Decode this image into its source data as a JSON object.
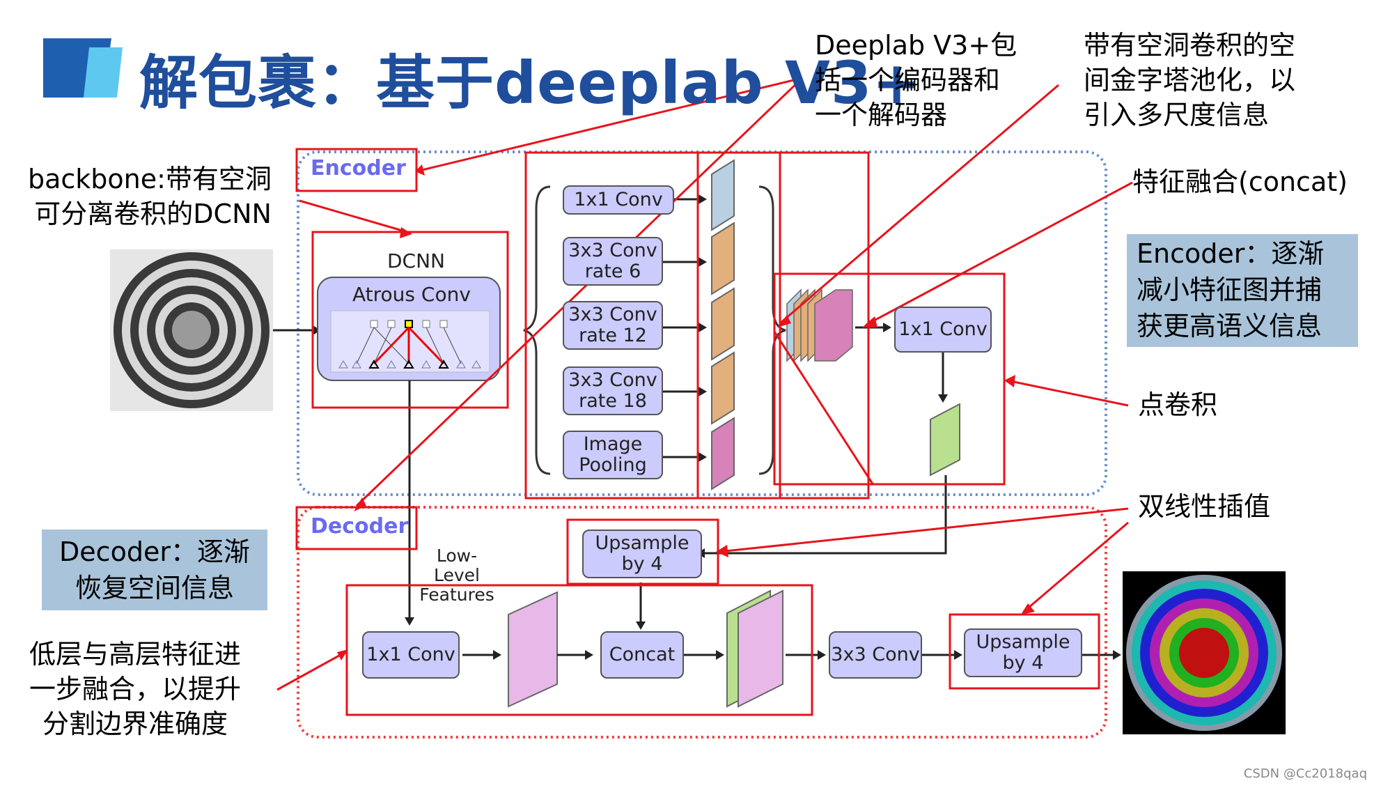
{
  "title": "解包裹：基于deeplab V3+",
  "annotations": {
    "deeplab_desc": [
      "Deeplab V3+包",
      "括一个编码器和",
      "一个解码器"
    ],
    "aspp_desc": [
      "带有空洞卷积的空",
      "间金字塔池化，以",
      "引入多尺度信息"
    ],
    "backbone_desc": [
      "backbone:带有空洞",
      "可分离卷积的DCNN"
    ],
    "concat_desc": "特征融合(concat)",
    "pointwise_desc": "点卷积",
    "bilinear_desc": "双线性插值",
    "fusion_desc": [
      "低层与高层特征进",
      "一步融合，以提升",
      "分割边界准确度"
    ]
  },
  "info_boxes": {
    "encoder": [
      "Encoder：逐渐",
      "减小特征图并捕",
      "获更高语义信息"
    ],
    "decoder": [
      "Decoder：逐渐",
      "恢复空间信息"
    ]
  },
  "encoder": {
    "label": "Encoder",
    "dcnn_label": "DCNN",
    "atrous_label": "Atrous Conv",
    "aspp": [
      {
        "line1": "1x1 Conv",
        "line2": ""
      },
      {
        "line1": "3x3 Conv",
        "line2": "rate 6"
      },
      {
        "line1": "3x3 Conv",
        "line2": "rate 12"
      },
      {
        "line1": "3x3 Conv",
        "line2": "rate 18"
      },
      {
        "line1": "Image",
        "line2": "Pooling"
      }
    ],
    "conv1x1": "1x1 Conv"
  },
  "decoder": {
    "label": "Decoder",
    "low_level": [
      "Low-Level",
      "Features"
    ],
    "upsample_top": [
      "Upsample",
      "by 4"
    ],
    "conv1x1": "1x1 Conv",
    "concat": "Concat",
    "conv3x3": "3x3 Conv",
    "upsample_out": [
      "Upsample",
      "by 4"
    ]
  },
  "watermark": "CSDN @Cc2018qaq",
  "colors": {
    "title": "#1F4E9C",
    "accent_red": "#E8131B",
    "node_fill": "#CBCBFD",
    "info_box": "#A9C4DA",
    "encoder_border": "#6A8FD0",
    "decoder_border": "#F04040"
  }
}
